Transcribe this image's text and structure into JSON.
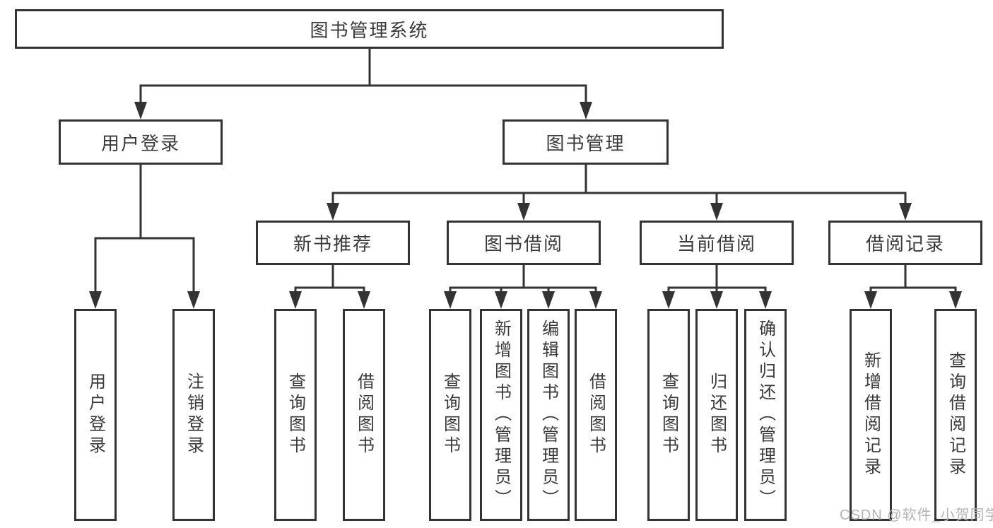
{
  "title": "图书管理系统",
  "nodes": {
    "root": "图书管理系统",
    "user_login": "用户登录",
    "book_mgmt": "图书管理",
    "new_book_rec": "新书推荐",
    "book_borrow": "图书借阅",
    "current_borrow": "当前借阅",
    "borrow_records": "借阅记录",
    "ul_user_login": "用户登录",
    "ul_logout": "注销登录",
    "nb_query_book": "查询图书",
    "nb_borrow_book": "借阅图书",
    "bb_query_book": "查询图书",
    "bb_add_book": "新增图书（管理员）",
    "bb_edit_book": "编辑图书（管理员）",
    "bb_borrow_book": "借阅图书",
    "cb_query_book": "查询图书",
    "cb_return_book": "归还图书",
    "cb_confirm_return": "确认归还（管理员）",
    "br_add_record": "新增借阅记录",
    "br_query_record": "查询借阅记录"
  },
  "hierarchy": {
    "图书管理系统": {
      "用户登录": [
        "用户登录",
        "注销登录"
      ],
      "图书管理": {
        "新书推荐": [
          "查询图书",
          "借阅图书"
        ],
        "图书借阅": [
          "查询图书",
          "新增图书（管理员）",
          "编辑图书（管理员）",
          "借阅图书"
        ],
        "当前借阅": [
          "查询图书",
          "归还图书",
          "确认归还（管理员）"
        ],
        "借阅记录": [
          "新增借阅记录",
          "查询借阅记录"
        ]
      }
    }
  },
  "watermark": "CSDN @软件_小贺同学",
  "colors": {
    "line": "#333333",
    "box_border": "#333333",
    "text": "#3a3a3a",
    "watermark": "#b3b3b3",
    "background": "#ffffff"
  }
}
